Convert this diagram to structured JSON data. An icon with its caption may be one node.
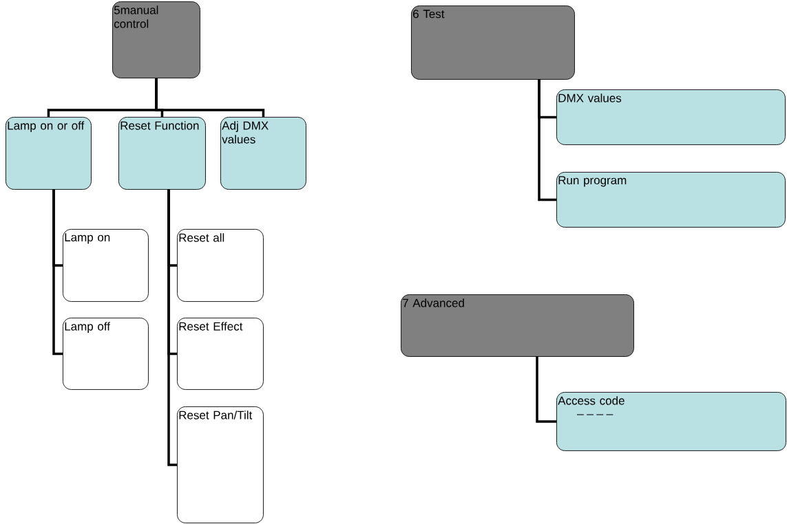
{
  "diagram": {
    "nodes": [
      {
        "text": [
          "5manual control"
        ]
      },
      {
        "text": [
          "Lamp on or off"
        ]
      },
      {
        "text": [
          "Reset Function"
        ]
      },
      {
        "text": [
          "Adj DMX values"
        ]
      },
      {
        "text": [
          "Lamp on"
        ]
      },
      {
        "text": [
          "Lamp off"
        ]
      },
      {
        "text": [
          "Reset all"
        ]
      },
      {
        "text": [
          "Reset Effect"
        ]
      },
      {
        "text": [
          "Reset Pan/Tilt"
        ]
      },
      {
        "text": [
          "6 Test"
        ]
      },
      {
        "text": [
          "DMX values"
        ]
      },
      {
        "text": [
          "Run program"
        ]
      },
      {
        "text": [
          "7 Advanced"
        ]
      },
      {
        "text": [
          "Access code",
          "_ _ _ _"
        ]
      }
    ],
    "edges": [
      {
        "from": 0,
        "to": 1,
        "arrow": "none"
      },
      {
        "from": 0,
        "to": 2,
        "arrow": "none"
      },
      {
        "from": 0,
        "to": 3,
        "arrow": "none"
      },
      {
        "from": 1,
        "to": 4,
        "arrow": "none"
      },
      {
        "from": 1,
        "to": 5,
        "arrow": "none"
      },
      {
        "from": 2,
        "to": 6,
        "arrow": "none"
      },
      {
        "from": 2,
        "to": 7,
        "arrow": "none"
      },
      {
        "from": 2,
        "to": 8,
        "arrow": "none"
      },
      {
        "from": 9,
        "to": 10,
        "arrow": "none"
      },
      {
        "from": 9,
        "to": 11,
        "arrow": "none"
      },
      {
        "from": 12,
        "to": 13,
        "arrow": "none"
      }
    ]
  }
}
